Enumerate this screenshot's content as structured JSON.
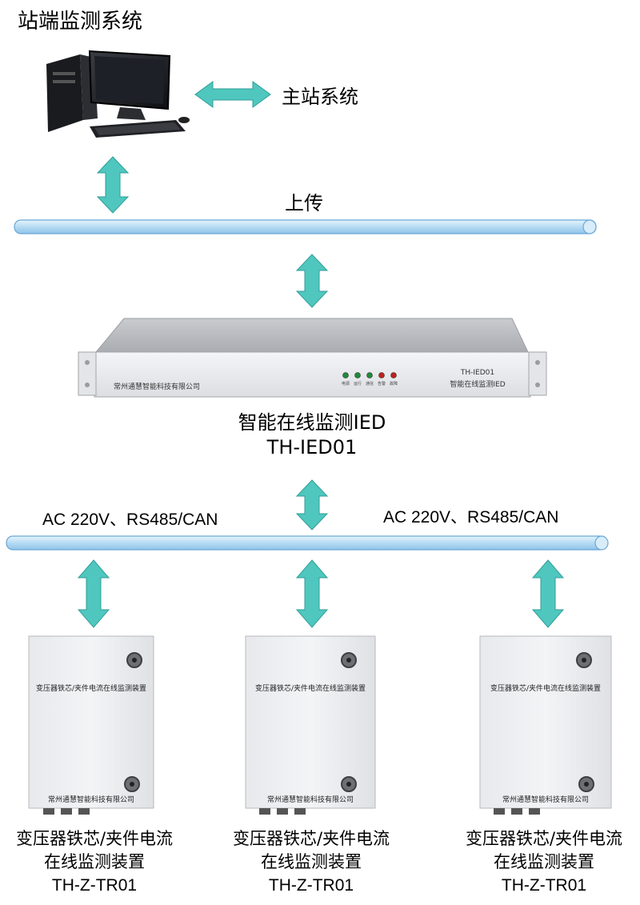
{
  "station_system_title": "站端监测系统",
  "master_station_label": "主站系统",
  "upload_label": "上传",
  "ied": {
    "name": "智能在线监测IED",
    "model": "TH-IED01",
    "front_company": "常州通慧智能科技有限公司",
    "front_model": "TH-IED01",
    "front_name": "智能在线监测IED",
    "leds": [
      {
        "label": "电源",
        "color": "#1f8a3a"
      },
      {
        "label": "运行",
        "color": "#1f8a3a"
      },
      {
        "label": "通信",
        "color": "#1f8a3a"
      },
      {
        "label": "告警",
        "color": "#c0201e"
      },
      {
        "label": "故障",
        "color": "#c0201e"
      }
    ]
  },
  "bus_left_label": "AC 220V、RS485/CAN",
  "bus_right_label": "AC 220V、RS485/CAN",
  "devices": [
    {
      "box_title": "变压器铁芯/夹件电流在线监测装置",
      "box_company": "常州通慧智能科技有限公司",
      "caption_line1": "变压器铁芯/夹件电流",
      "caption_line2": "在线监测装置",
      "caption_line3": "TH-Z-TR01"
    },
    {
      "box_title": "变压器铁芯/夹件电流在线监测装置",
      "box_company": "常州通慧智能科技有限公司",
      "caption_line1": "变压器铁芯/夹件电流",
      "caption_line2": "在线监测装置",
      "caption_line3": "TH-Z-TR01"
    },
    {
      "box_title": "变压器铁芯/夹件电流在线监测装置",
      "box_company": "常州通慧智能科技有限公司",
      "caption_line1": "变压器铁芯/夹件电流",
      "caption_line2": "在线监测装置",
      "caption_line3": "TH-Z-TR01"
    }
  ],
  "colors": {
    "arrow": "#4fc7be",
    "arrow_stroke": "#2f9e98",
    "bus_fill": "#bfe0f5",
    "bus_stroke": "#6aa8d8"
  }
}
